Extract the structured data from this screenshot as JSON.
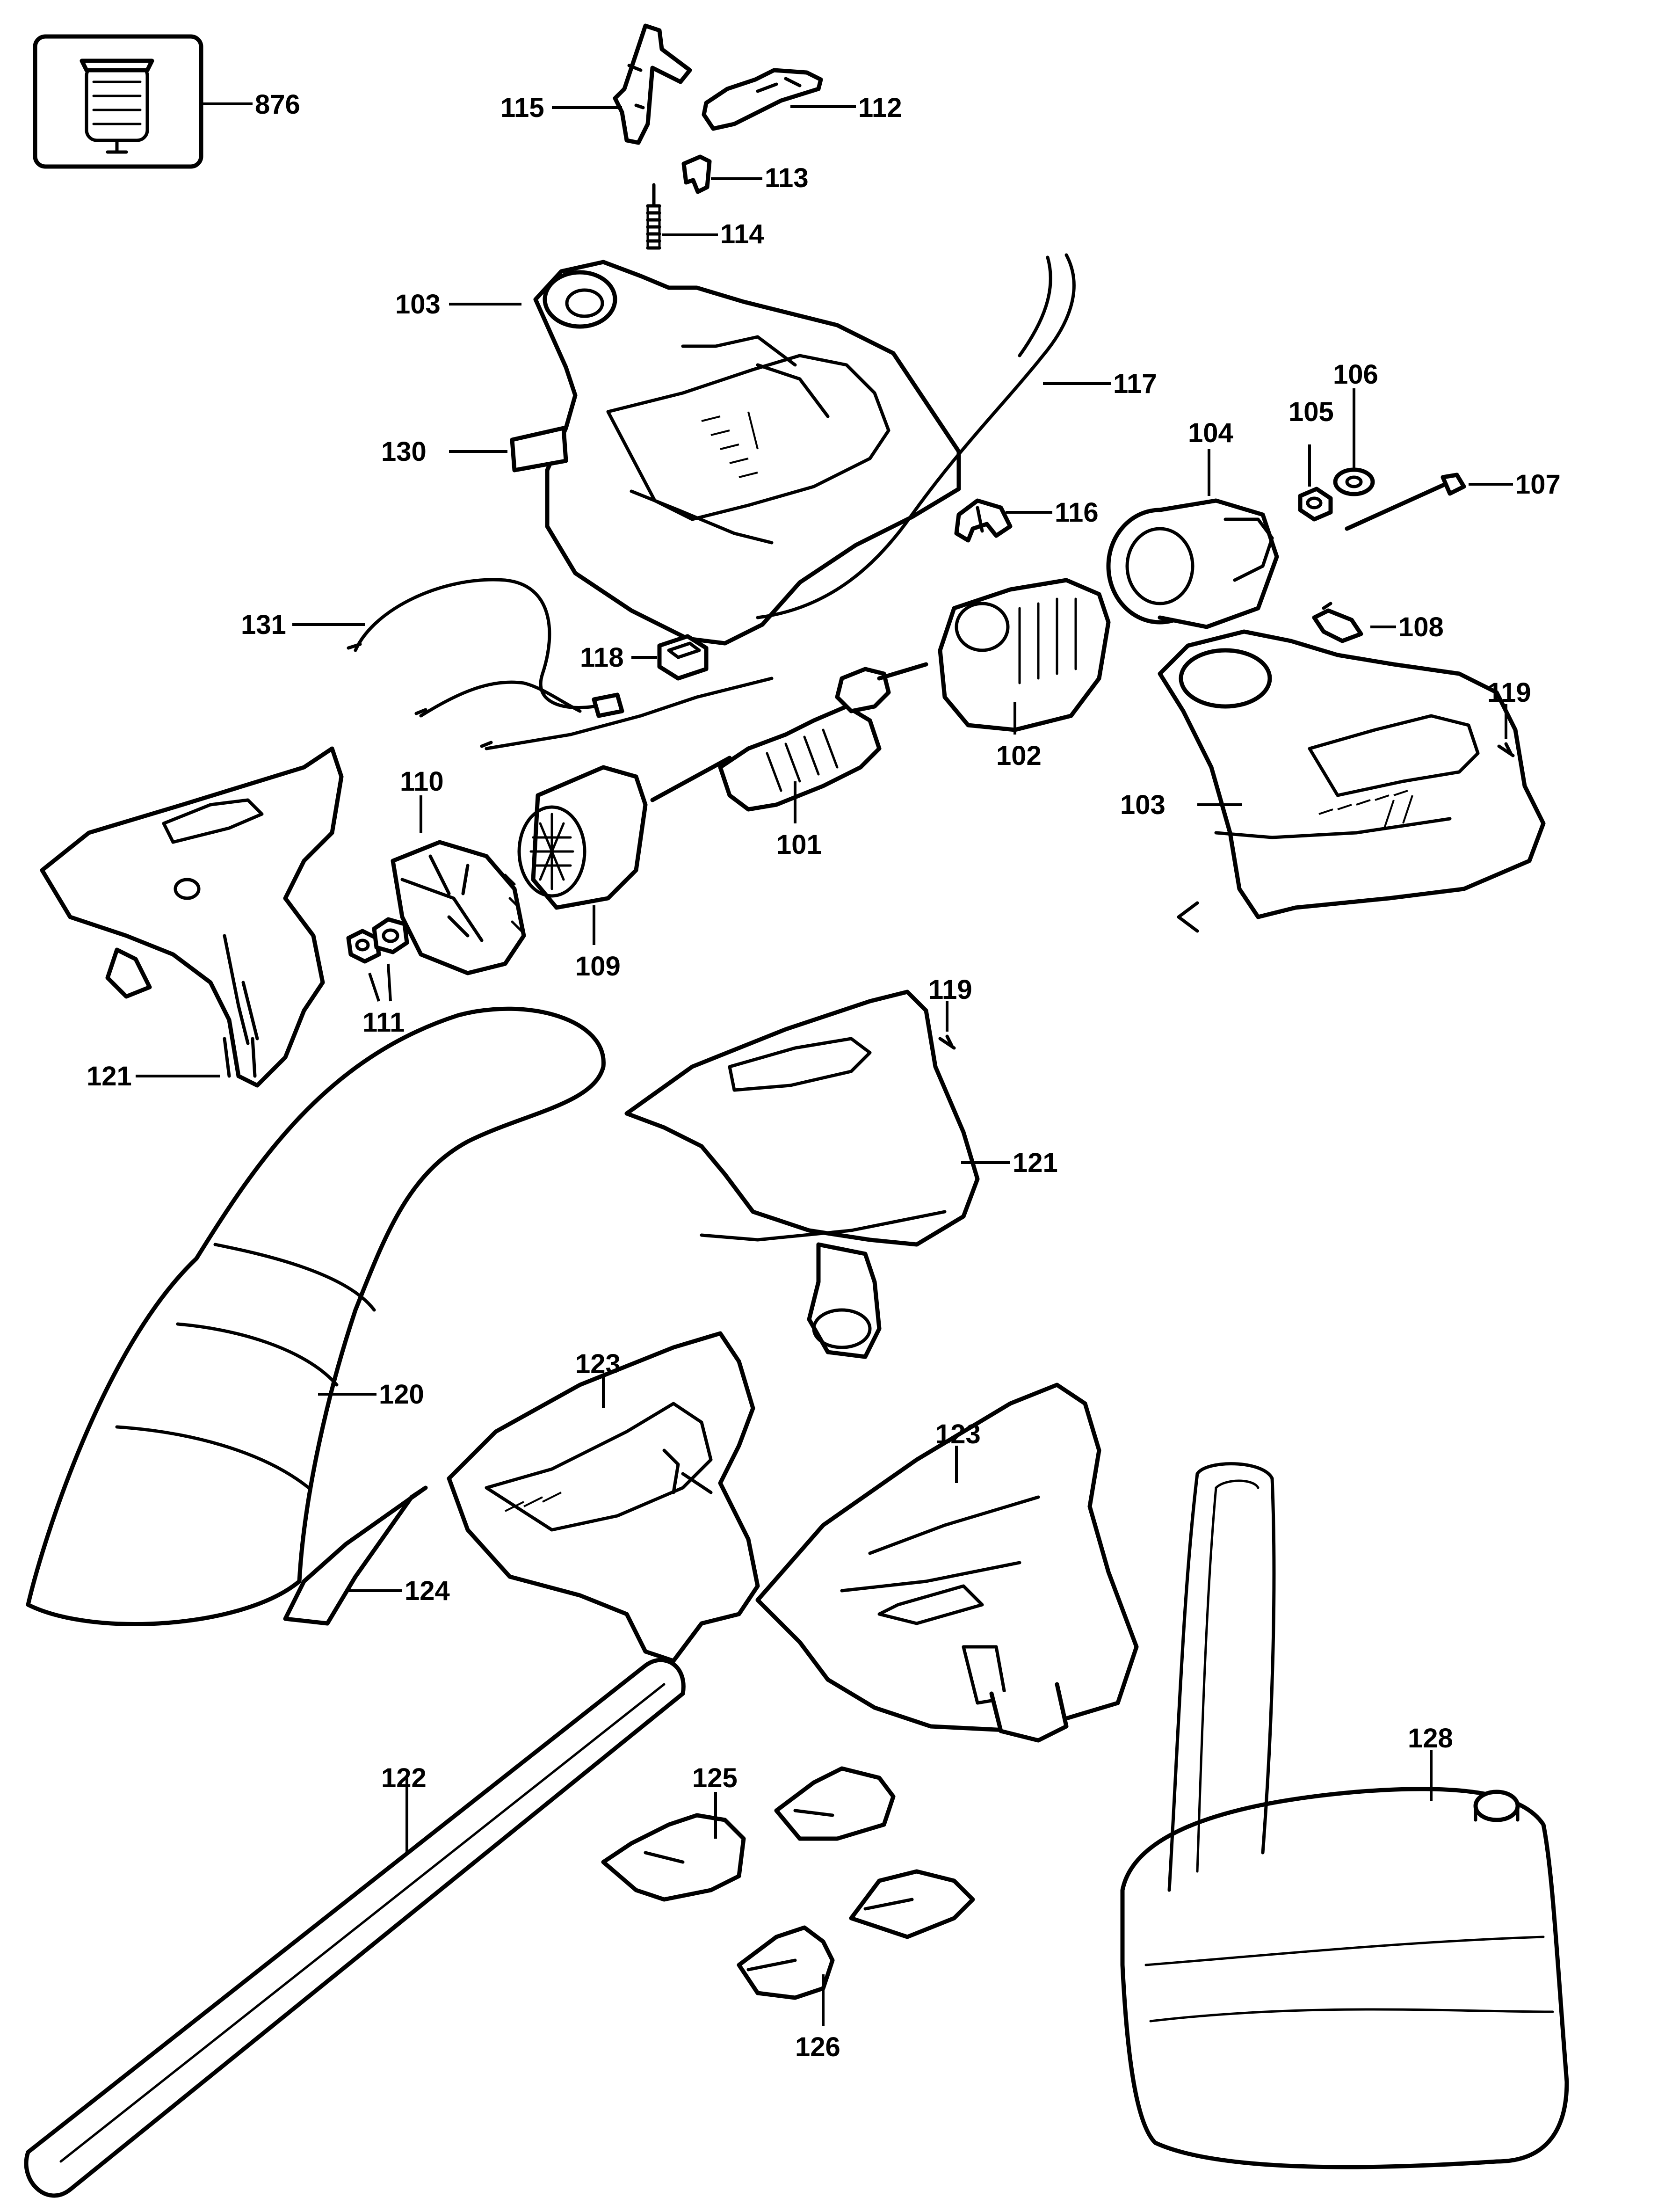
{
  "inset": {
    "label": "876"
  },
  "labels": {
    "p876": "876",
    "p115": "115",
    "p112": "112",
    "p113": "113",
    "p114": "114",
    "p103a": "103",
    "p117": "117",
    "p106": "106",
    "p105": "105",
    "p104": "104",
    "p107": "107",
    "p130": "130",
    "p116": "116",
    "p131": "131",
    "p118": "118",
    "p108": "108",
    "p102": "102",
    "p119a": "119",
    "p110": "110",
    "p101": "101",
    "p103b": "103",
    "p109": "109",
    "p111": "111",
    "p121a": "121",
    "p119b": "119",
    "p121b": "121",
    "p123a": "123",
    "p120": "120",
    "p123b": "123",
    "p124": "124",
    "p122": "122",
    "p125": "125",
    "p128": "128",
    "p126": "126"
  },
  "colors": {
    "line": "#000000",
    "background": "#ffffff"
  }
}
